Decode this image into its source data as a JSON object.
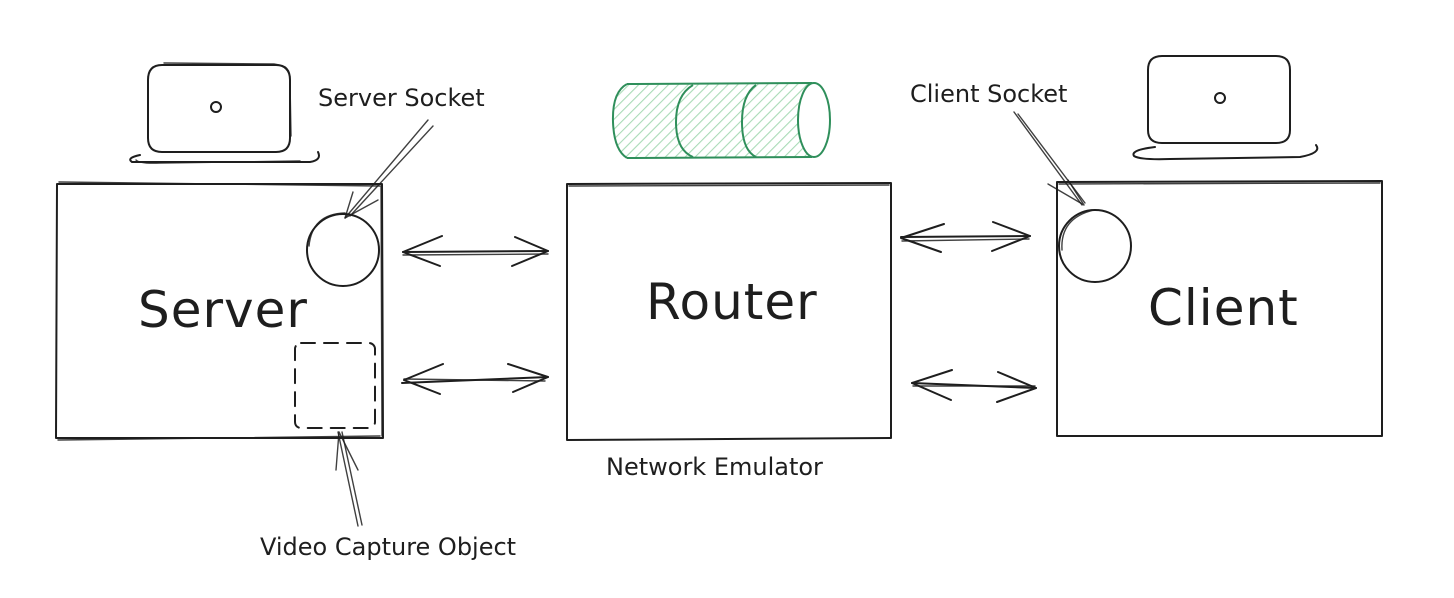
{
  "diagram": {
    "nodes": {
      "server": {
        "label": "Server"
      },
      "router": {
        "label": "Router",
        "caption": "Network Emulator"
      },
      "client": {
        "label": "Client"
      }
    },
    "annotations": {
      "server_socket": "Server Socket",
      "client_socket": "Client Socket",
      "video_capture": "Video Capture Object"
    },
    "icons": [
      "laptop-icon",
      "laptop-icon",
      "cylinder-icon"
    ],
    "connections": [
      {
        "from": "server",
        "to": "router",
        "direction": "bidirectional"
      },
      {
        "from": "server",
        "to": "router",
        "direction": "bidirectional"
      },
      {
        "from": "router",
        "to": "client",
        "direction": "bidirectional"
      },
      {
        "from": "router",
        "to": "client",
        "direction": "bidirectional"
      }
    ],
    "colors": {
      "ink": "#1e1e1e",
      "cylinder_stroke": "#2f8f5b",
      "cylinder_hatch": "#a9dbb7"
    }
  }
}
